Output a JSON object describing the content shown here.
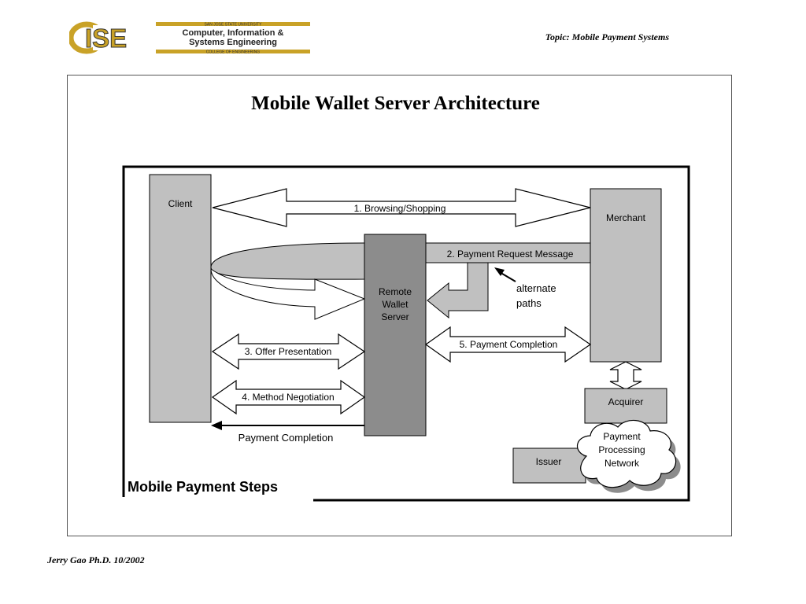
{
  "header": {
    "logo": {
      "acronym": "ISE",
      "university": "SAN JOSE STATE UNIVERSITY",
      "dept_line1": "Computer, Information &",
      "dept_line2": "Systems Engineering",
      "college": "COLLEGE OF ENGINEERING"
    },
    "topic": "Topic: Mobile Payment  Systems"
  },
  "slide": {
    "title": "Mobile Wallet Server Architecture"
  },
  "diagram": {
    "caption": "Mobile Payment Steps",
    "nodes": {
      "client": "Client",
      "merchant": "Merchant",
      "remote_wallet_line1": "Remote",
      "remote_wallet_line2": "Wallet",
      "remote_wallet_line3": "Server",
      "acquirer": "Acquirer",
      "issuer": "Issuer",
      "network_line1": "Payment",
      "network_line2": "Processing",
      "network_line3": "Network"
    },
    "flows": {
      "browsing": "1. Browsing/Shopping",
      "payment_request": "2. Payment Request Message",
      "offer": "3. Offer Presentation",
      "method": "4. Method Negotiation",
      "completion_5": "5. Payment Completion",
      "completion_client": "Payment Completion",
      "alternate_line1": "alternate",
      "alternate_line2": "paths"
    },
    "colors": {
      "light_box": "#c0c0c0",
      "dark_box": "#8c8c8c",
      "arrow_fill": "#ffffff"
    }
  },
  "footer": {
    "author": "Jerry Gao Ph.D.  10/2002"
  }
}
